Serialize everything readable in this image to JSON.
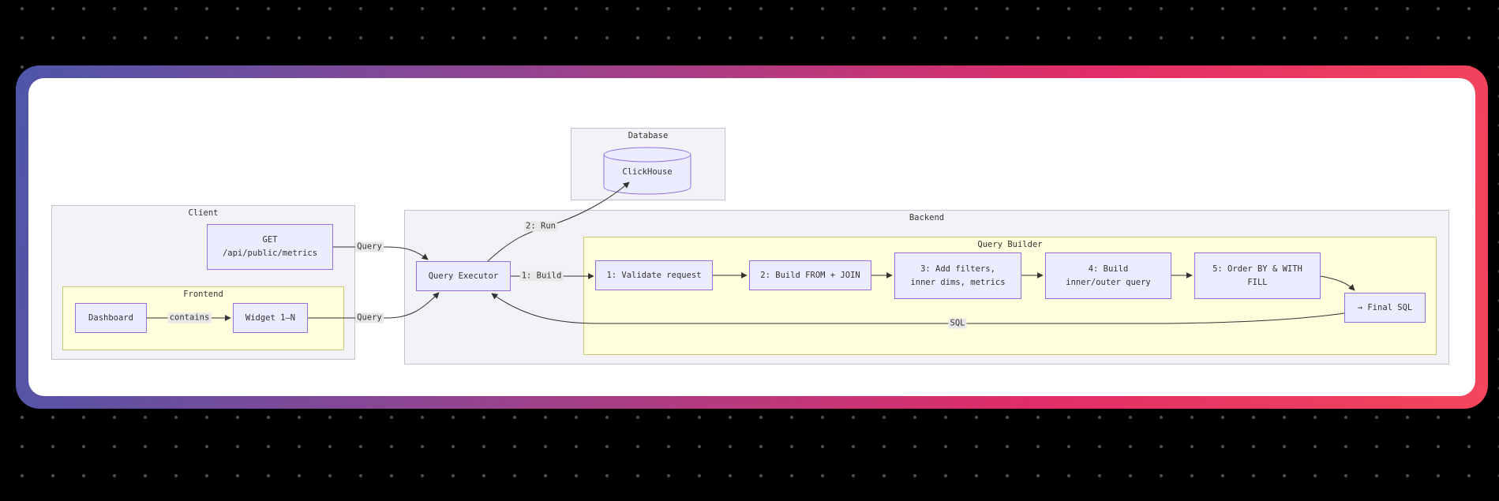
{
  "colors": {
    "page_bg": "#000000",
    "dot": "#4b4b52",
    "card_gradient_start": "#4e56a9",
    "card_gradient_mid1": "#8d4693",
    "card_gradient_mid2": "#e12d68",
    "card_gradient_end": "#f5465c",
    "card_bg": "#ffffff",
    "node_fill": "#ececff",
    "node_border": "#9370db",
    "subgraph_fill": "#f3f3f7",
    "subgraph_border": "#c4c4cc",
    "group_yellow_fill": "#ffffde",
    "group_yellow_border": "#c9c973",
    "edge_color": "#333333",
    "edge_label_bg": "#e8e8e8",
    "text_color": "#333333"
  },
  "diagram": {
    "database": {
      "title": "Database",
      "clickhouse_label": "ClickHouse"
    },
    "client": {
      "title": "Client",
      "get_endpoint": {
        "line1": "GET",
        "line2": "/api/public/metrics"
      },
      "frontend": {
        "title": "Frontend",
        "dashboard_label": "Dashboard",
        "widget_label": "Widget 1–N"
      }
    },
    "backend": {
      "title": "Backend",
      "query_executor_label": "Query Executor",
      "query_builder": {
        "title": "Query Builder",
        "steps": [
          {
            "line1": "1: Validate request",
            "line2": ""
          },
          {
            "line1": "2: Build FROM + JOIN",
            "line2": ""
          },
          {
            "line1": "3: Add filters,",
            "line2": "inner dims, metrics"
          },
          {
            "line1": "4: Build",
            "line2": "inner/outer query"
          },
          {
            "line1": "5: Order BY & WITH",
            "line2": "FILL"
          }
        ]
      },
      "final_sql_label": "→ Final SQL"
    },
    "edge_labels": {
      "query_get": "Query",
      "query_widget": "Query",
      "run": "2: Run",
      "build": "1: Build",
      "contains": "contains",
      "sql": "SQL"
    }
  }
}
